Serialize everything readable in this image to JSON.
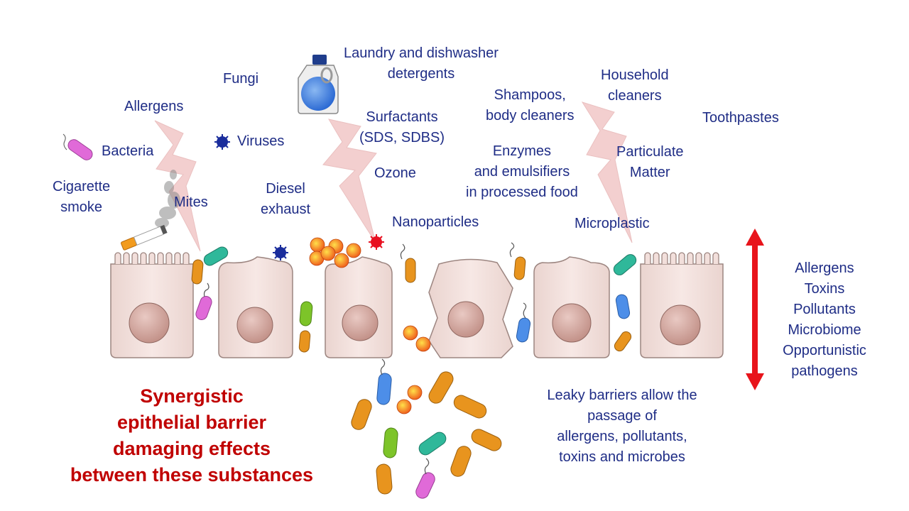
{
  "labels": {
    "laundry": "Laundry and dishwasher",
    "laundry2": "detergents",
    "household": "Household",
    "household2": "cleaners",
    "fungi": "Fungi",
    "shampoos": "Shampoos,",
    "shampoos2": "body cleaners",
    "allergens": "Allergens",
    "surfactants": "Surfactants",
    "surfactants2": "(SDS, SDBS)",
    "toothpastes": "Toothpastes",
    "viruses": "Viruses",
    "bacteria": "Bacteria",
    "enzymes": "Enzymes",
    "enzymes2": "and emulsifiers",
    "enzymes3": "in processed food",
    "particulate": "Particulate",
    "particulate2": "Matter",
    "ozone": "Ozone",
    "cigarette": "Cigarette",
    "cigarette2": "smoke",
    "diesel": "Diesel",
    "diesel2": "exhaust",
    "mites": "Mites",
    "nanoparticles": "Nanoparticles",
    "microplastic": "Microplastic"
  },
  "right_list": [
    "Allergens",
    "Toxins",
    "Pollutants",
    "Microbiome",
    "Opportunistic",
    "pathogens"
  ],
  "leaky": [
    "Leaky barriers allow the",
    "passage of",
    "allergens, pollutants,",
    "toxins and microbes"
  ],
  "title": [
    "Synergistic",
    "epithelial barrier",
    "damaging effects",
    "between these substances"
  ],
  "colors": {
    "label_text": "#1f2d86",
    "title_text": "#c00000",
    "arrow": "#e8141b",
    "lightning": "#f1c4c4",
    "cell_fill": "#f2dfdb",
    "nucleus": "#cfa39b",
    "bottle_cap": "#1f3d8c",
    "bottle_liquid": "#2b6fd6",
    "bacteria_orange": "#e8941e",
    "bacteria_teal": "#2fb89a",
    "bacteria_blue": "#4d8ee8",
    "bacteria_green": "#7dc429",
    "bacteria_pink": "#e06ad8",
    "particle": "#f06a20",
    "virus_red": "#e81020",
    "virus_blue": "#1a2d9c"
  }
}
